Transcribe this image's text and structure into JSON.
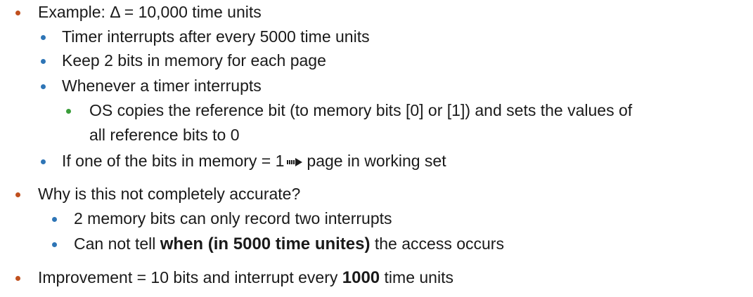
{
  "bullets": {
    "example": "Example: Δ = 10,000 time units",
    "timer": "Timer interrupts after every 5000 time units",
    "keep_bits": "Keep 2 bits in memory for each page",
    "whenever": "Whenever a timer interrupts",
    "os_copies_1": "OS copies the reference bit (to memory bits [0] or [1]) and sets the values of",
    "os_copies_2": "all reference bits to 0",
    "if_one_pre": "If one of the bits in memory = 1",
    "if_one_post": "page in working set",
    "why": "Why is this not completely accurate?",
    "two_bits": "2 memory bits can only record two interrupts",
    "cannot_pre": "Can not tell ",
    "cannot_bold": "when (in 5000 time unites)",
    "cannot_post": " the access occurs",
    "improve_pre": "Improvement = 10 bits and interrupt every ",
    "improve_bold": "1000",
    "improve_post": " time units"
  },
  "icons": {
    "arrow": "right-arrow-icon",
    "bullet": "bullet-dot-icon"
  },
  "colors": {
    "level1_bullet": "#c0501e",
    "level2_bullet": "#2e75b6",
    "level3_bullet": "#3a9d3a",
    "text": "#1a1a1a"
  }
}
